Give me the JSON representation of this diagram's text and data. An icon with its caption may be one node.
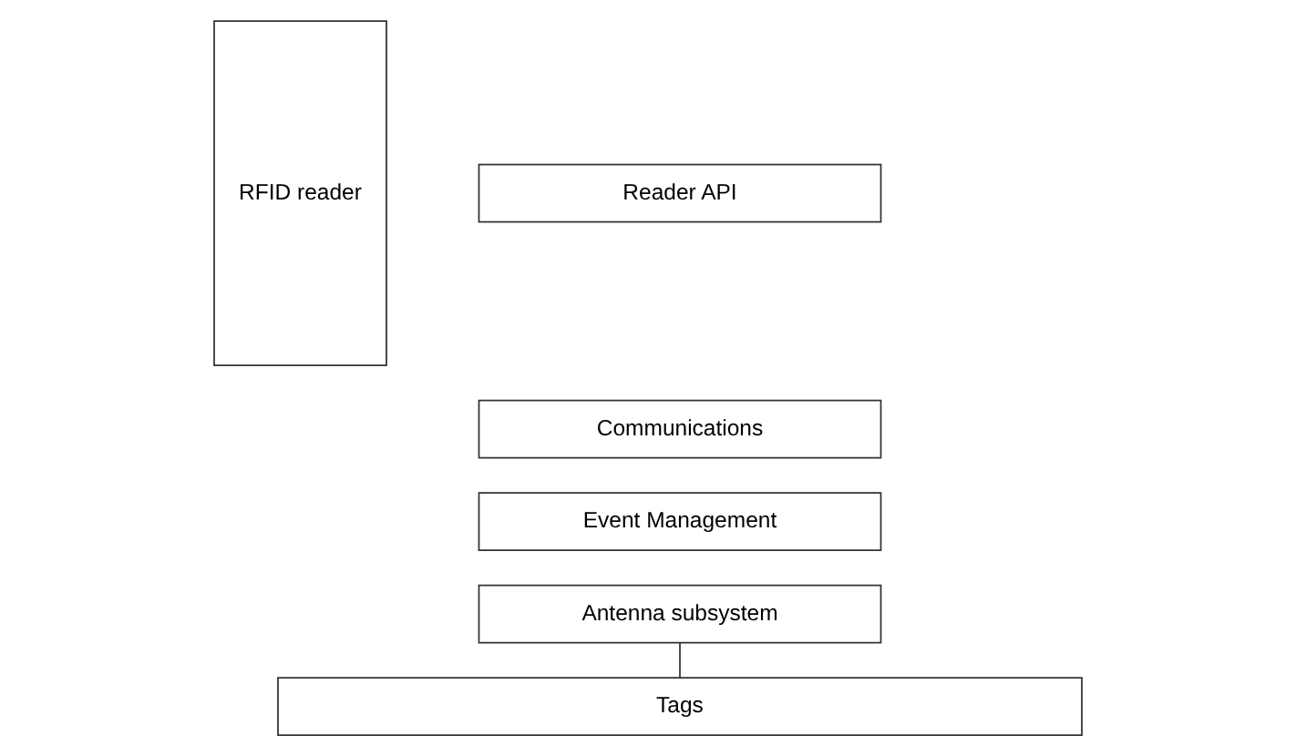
{
  "diagram": {
    "nodes": [
      {
        "text": [
          "RFID reader"
        ]
      },
      {
        "text": [
          "Reader API"
        ]
      },
      {
        "text": [
          "Communications"
        ]
      },
      {
        "text": [
          "Event Management"
        ]
      },
      {
        "text": [
          "Antenna subsystem"
        ]
      },
      {
        "text": [
          "Tags"
        ]
      }
    ],
    "edges": [
      {
        "from": 4,
        "to": 5,
        "arrow": "none"
      }
    ]
  }
}
